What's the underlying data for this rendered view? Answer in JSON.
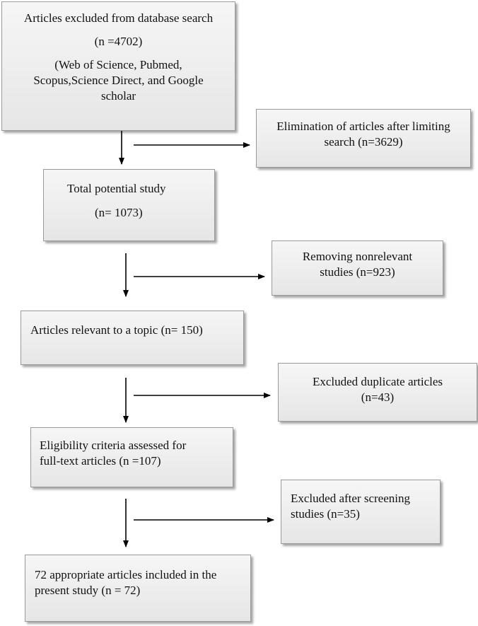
{
  "boxes": {
    "database_search": {
      "title": "Articles excluded from database search",
      "count": "(n =4702)",
      "sources_line1": "(Web of Science, Pubmed,",
      "sources_line2": "Scopus,Science Direct, and Google",
      "sources_line3": "scholar"
    },
    "limiting_search": {
      "line1": "Elimination of articles after limiting",
      "line2": "search (n=3629)"
    },
    "total_potential": {
      "title": "Total potential study",
      "count": "(n= 1073)"
    },
    "nonrelevant": {
      "line1": "Removing nonrelevant",
      "line2": "studies (n=923)"
    },
    "relevant_topic": {
      "line1": "Articles relevant to a topic (n= 150)"
    },
    "duplicates": {
      "line1": "Excluded duplicate articles",
      "line2": "(n=43)"
    },
    "eligibility": {
      "line1": "Eligibility criteria assessed for",
      "line2": "full-text articles (n =107)"
    },
    "screening": {
      "line1": "Excluded after screening",
      "line2": "studies (n=35)"
    },
    "included": {
      "line1": "72 appropriate articles included in the",
      "line2": "present study (n = 72)"
    }
  }
}
